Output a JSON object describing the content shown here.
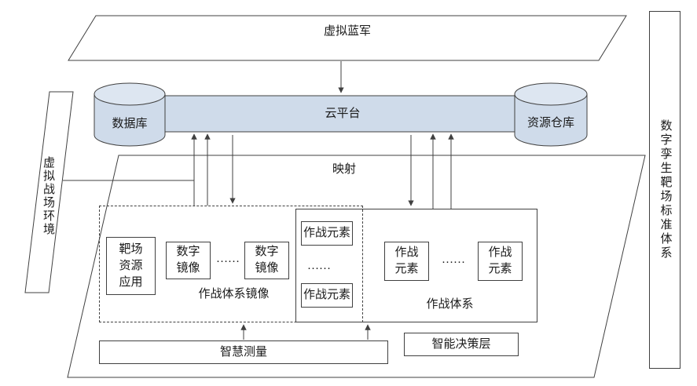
{
  "panels": {
    "virtual_blue_army": "虚拟蓝军",
    "cloud_platform": "云平台",
    "database": "数据库",
    "resource_repo": "资源仓库",
    "virtual_battlefield_env": "虚拟战场环境",
    "standard_system": "数字孪生靶场标准体系",
    "mapping": "映射"
  },
  "mirror_system": {
    "range_resource_app": "靶场\n资源\n应用",
    "digital_mirror_1": "数字\n镜像",
    "ellipsis_1": "……",
    "digital_mirror_2": "数字\n镜像",
    "caption": "作战体系镜像"
  },
  "combat_system": {
    "element_col_top": "作战元素",
    "ellipsis_col": "……",
    "element_col_bottom": "作战元素",
    "element_left": "作战\n元素",
    "ellipsis_row": "……",
    "element_right": "作战\n元素",
    "caption": "作战体系"
  },
  "bottom": {
    "smart_measurement": "智慧测量",
    "decision_layer": "智能决策层"
  },
  "colors": {
    "fill_blue": "#cfdbea",
    "fill_blue_light": "#dde6f1",
    "stroke": "#404040"
  }
}
